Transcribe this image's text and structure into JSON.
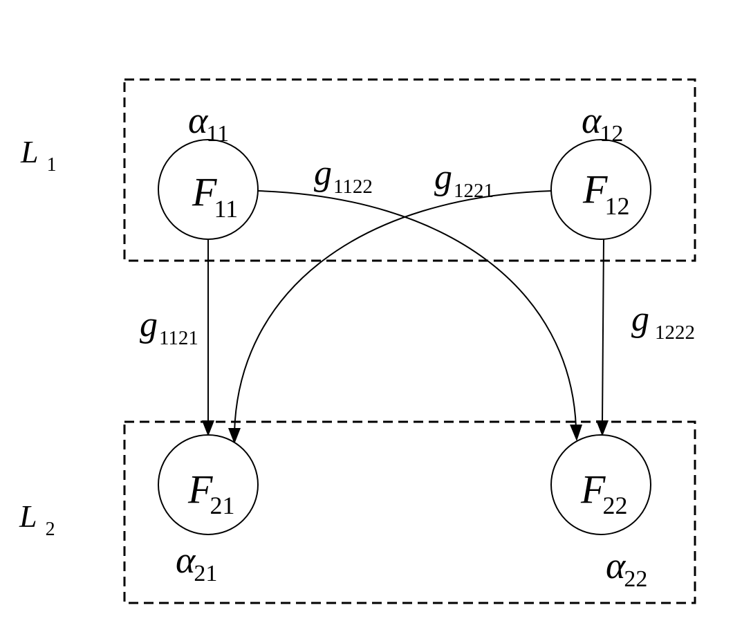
{
  "layers": [
    {
      "id": "L1",
      "symbol": "L",
      "sub": "1"
    },
    {
      "id": "L2",
      "symbol": "L",
      "sub": "2"
    }
  ],
  "nodes": [
    {
      "id": "F11",
      "symbol": "F",
      "sub": "11",
      "weight_symbol": "α",
      "weight_sub": "11"
    },
    {
      "id": "F12",
      "symbol": "F",
      "sub": "12",
      "weight_symbol": "α",
      "weight_sub": "12"
    },
    {
      "id": "F21",
      "symbol": "F",
      "sub": "21",
      "weight_symbol": "α",
      "weight_sub": "21"
    },
    {
      "id": "F22",
      "symbol": "F",
      "sub": "22",
      "weight_symbol": "α",
      "weight_sub": "22"
    }
  ],
  "edges": [
    {
      "id": "g1121",
      "from": "F11",
      "to": "F21",
      "symbol": "g",
      "sub": "1121"
    },
    {
      "id": "g1122",
      "from": "F11",
      "to": "F22",
      "symbol": "g",
      "sub": "1122"
    },
    {
      "id": "g1221",
      "from": "F12",
      "to": "F21",
      "symbol": "g",
      "sub": "1221"
    },
    {
      "id": "g1222",
      "from": "F12",
      "to": "F22",
      "symbol": "g",
      "sub": "1222"
    }
  ]
}
